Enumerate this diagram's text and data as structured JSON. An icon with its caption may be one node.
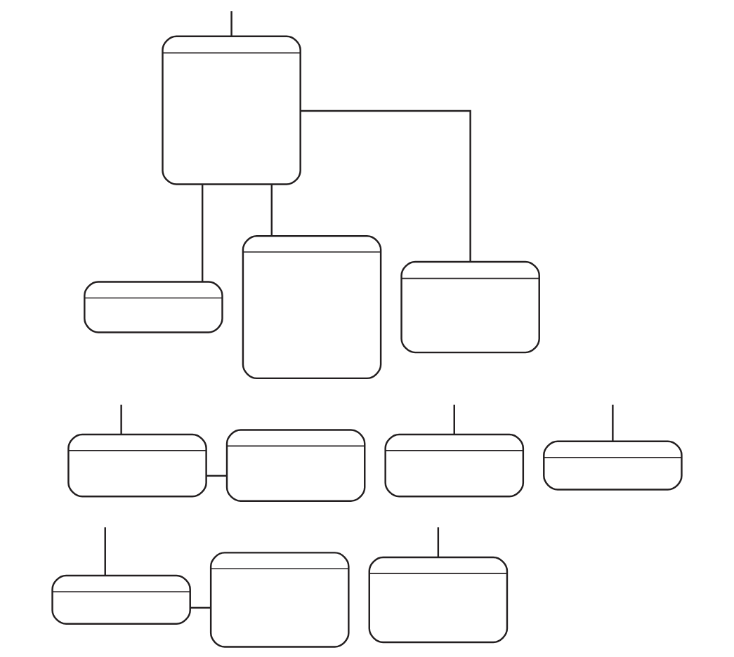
{
  "diagram": {
    "nodes": [
      {
        "text": [],
        "shape": "box"
      },
      {
        "text": [],
        "shape": "box"
      },
      {
        "text": [],
        "shape": "box"
      },
      {
        "text": [],
        "shape": "box"
      },
      {
        "text": [],
        "shape": "box"
      },
      {
        "text": [],
        "shape": "box"
      },
      {
        "text": [],
        "shape": "box"
      },
      {
        "text": [],
        "shape": "box"
      },
      {
        "text": [],
        "shape": "box"
      },
      {
        "text": [],
        "shape": "box"
      },
      {
        "text": [],
        "shape": "box"
      }
    ],
    "edges": [
      {
        "from": null,
        "to": 0,
        "arrow": "none"
      },
      {
        "from": 0,
        "to": 1,
        "arrow": "none"
      },
      {
        "from": 0,
        "to": 2,
        "arrow": "none"
      },
      {
        "from": 0,
        "to": 3,
        "arrow": "none"
      },
      {
        "from": null,
        "to": 4,
        "arrow": "none"
      },
      {
        "from": null,
        "to": 6,
        "arrow": "none"
      },
      {
        "from": null,
        "to": 7,
        "arrow": "none"
      },
      {
        "from": 4,
        "to": 5,
        "arrow": "none"
      },
      {
        "from": null,
        "to": 8,
        "arrow": "none"
      },
      {
        "from": null,
        "to": 10,
        "arrow": "none"
      },
      {
        "from": 8,
        "to": 9,
        "arrow": "none"
      }
    ]
  }
}
